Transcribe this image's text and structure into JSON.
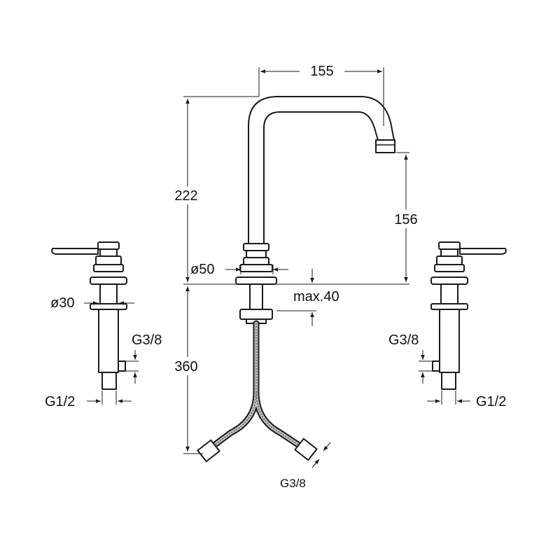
{
  "spout": {
    "reach": "155",
    "total_height": "222",
    "outlet_height": "156",
    "base_diameter": "ø50",
    "deck_thickness": "max.40",
    "below_deck_length": "360",
    "hose_thread": "G3/8"
  },
  "left_valve": {
    "diameter": "ø30",
    "outlet_thread": "G3/8",
    "inlet_thread": "G1/2"
  },
  "right_valve": {
    "outlet_thread": "G3/8",
    "inlet_thread": "G1/2"
  },
  "colors": {
    "line": "#1a1a1a",
    "background": "#ffffff"
  }
}
